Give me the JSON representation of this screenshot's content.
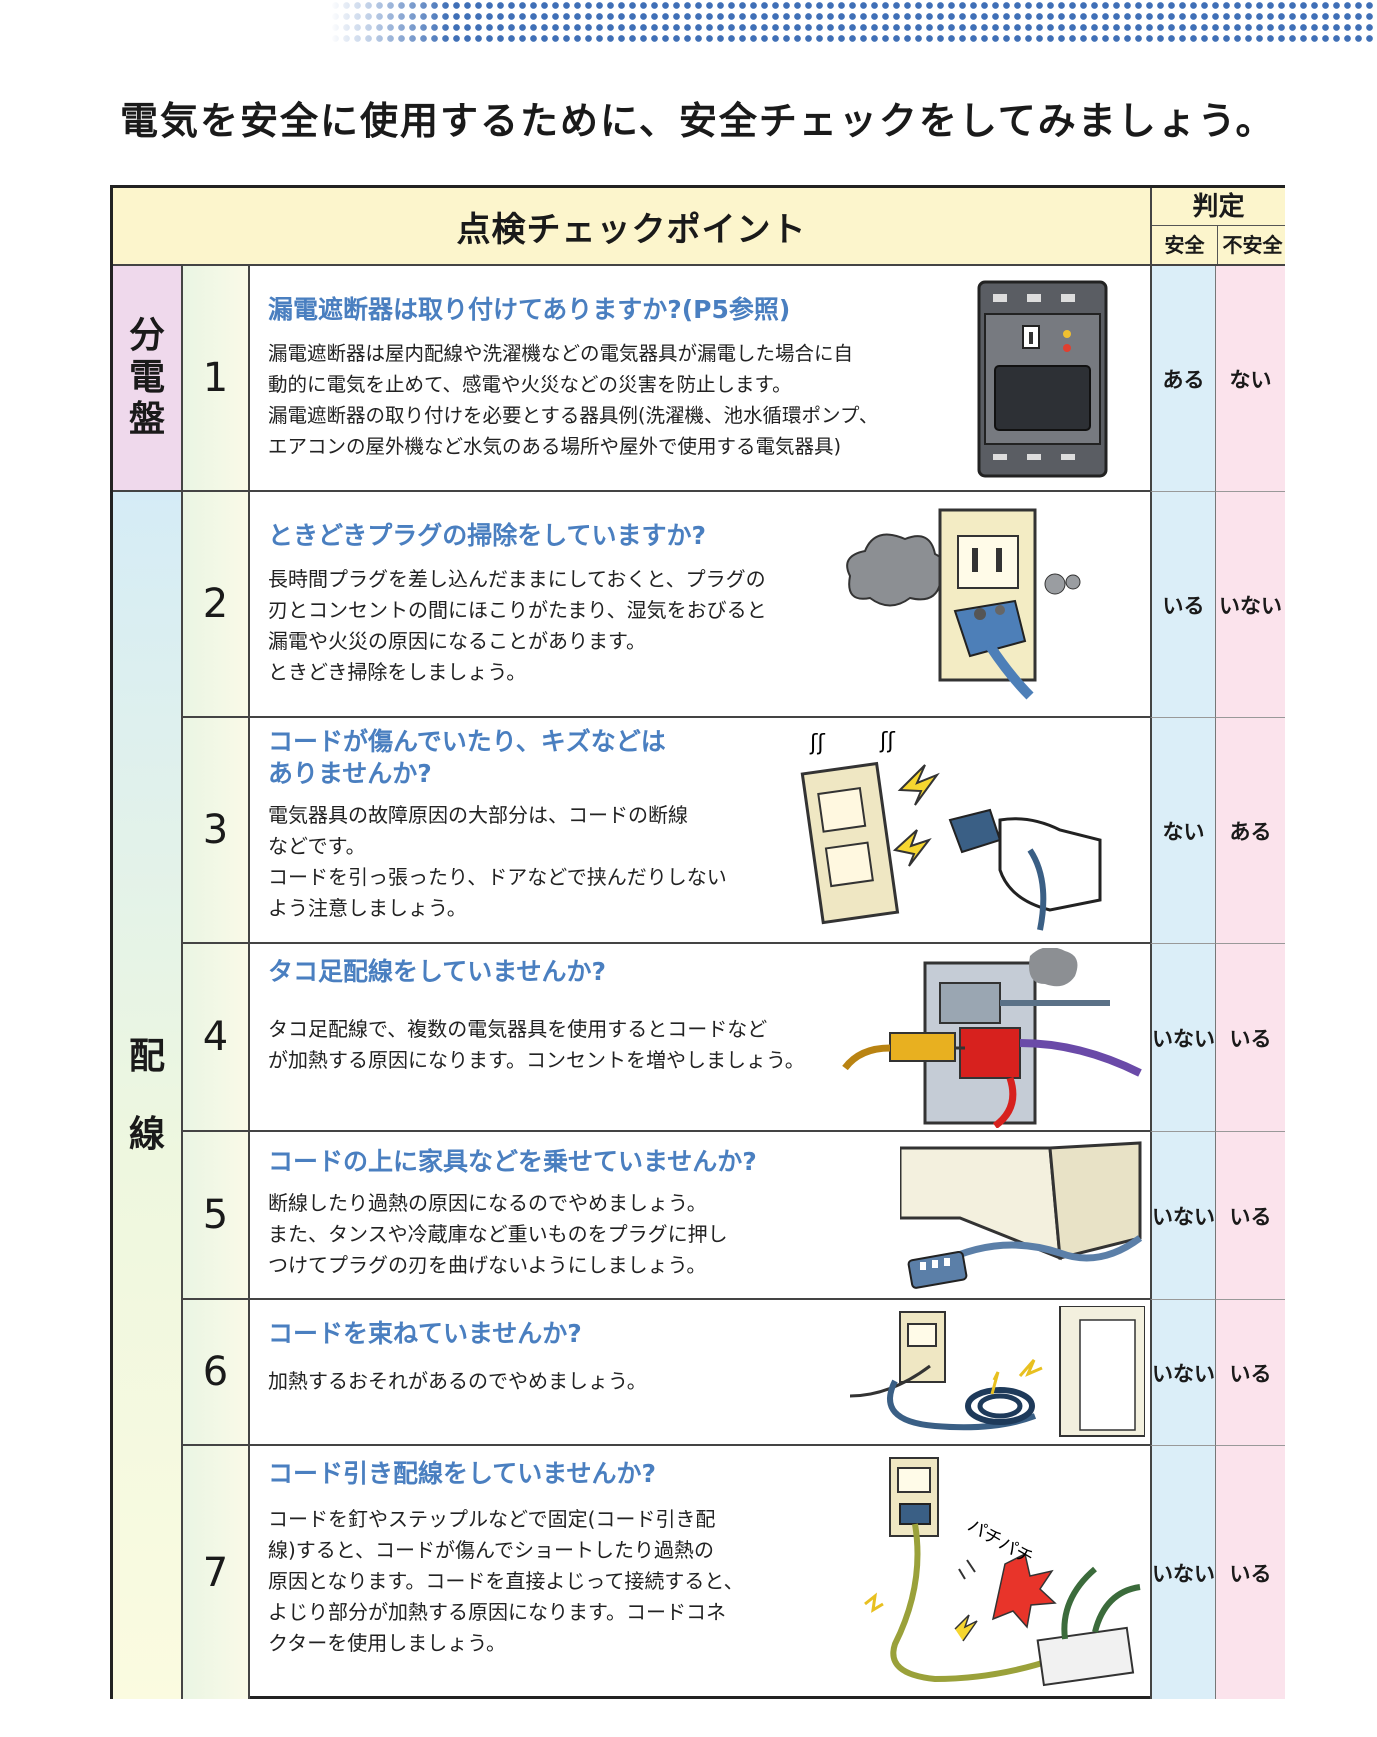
{
  "heading": "電気を安全に使用するために、安全チェックをしてみましょう。",
  "table_header": {
    "title": "点検チェックポイント",
    "judgement": "判定",
    "safe": "安全",
    "unsafe": "不安全"
  },
  "categories": [
    {
      "label": [
        "分",
        "電",
        "盤"
      ]
    },
    {
      "label": [
        "配",
        "線"
      ]
    }
  ],
  "rows": [
    {
      "num": "1",
      "question": "漏電遮断器は取り付けてありますか?(P5参照)",
      "body": [
        "漏電遮断器は屋内配線や洗濯機などの電気器具が漏電した場合に自",
        "動的に電気を止めて、感電や火災などの災害を防止します。",
        "漏電遮断器の取り付けを必要とする器具例(洗濯機、池水循環ポンプ、",
        "エアコンの屋外機など水気のある場所や屋外で使用する電気器具)"
      ],
      "safe": "ある",
      "unsafe": "ない",
      "illustration": "breaker-illustration"
    },
    {
      "num": "2",
      "question": "ときどきプラグの掃除をしていますか?",
      "body": [
        "長時間プラグを差し込んだままにしておくと、プラグの",
        "刃とコンセントの間にほこりがたまり、湿気をおびると",
        "漏電や火災の原因になることがあります。",
        "ときどき掃除をしましょう。"
      ],
      "safe": "いる",
      "unsafe": "いない",
      "illustration": "dusty-plug-illustration"
    },
    {
      "num": "3",
      "question": [
        "コードが傷んでいたり、キズなどは",
        "ありませんか?"
      ],
      "body": [
        "電気器具の故障原因の大部分は、コードの断線",
        "などです。",
        "コードを引っ張ったり、ドアなどで挟んだりしない",
        "よう注意しましょう。"
      ],
      "safe": "ない",
      "unsafe": "ある",
      "illustration": "pulled-cord-illustration"
    },
    {
      "num": "4",
      "question": "タコ足配線をしていませんか?",
      "body": [
        "タコ足配線で、複数の電気器具を使用するとコードなど",
        "が加熱する原因になります。コンセントを増やしましょう。"
      ],
      "safe": "いない",
      "unsafe": "いる",
      "illustration": "octopus-wiring-illustration"
    },
    {
      "num": "5",
      "question": "コードの上に家具などを乗せていませんか?",
      "body": [
        "断線したり過熱の原因になるのでやめましょう。",
        "また、タンスや冷蔵庫など重いものをプラグに押し",
        "つけてプラグの刃を曲げないようにしましょう。"
      ],
      "safe": "いない",
      "unsafe": "いる",
      "illustration": "furniture-on-cord-illustration"
    },
    {
      "num": "6",
      "question": "コードを束ねていませんか?",
      "body": [
        "加熱するおそれがあるのでやめましょう。"
      ],
      "safe": "いない",
      "unsafe": "いる",
      "illustration": "bundled-cord-illustration"
    },
    {
      "num": "7",
      "question": "コード引き配線をしていませんか?",
      "body": [
        "コードを釘やステップルなどで固定(コード引き配",
        "線)すると、コードが傷んでショートしたり過熱の",
        "原因となります。コードを直接よじって接続すると、",
        "よじり部分が加熱する原因になります。コードコネ",
        "クターを使用しましょう。"
      ],
      "safe": "いない",
      "unsafe": "いる",
      "illustration": "stapled-cord-illustration",
      "sound_effect": "パチパチ"
    }
  ]
}
